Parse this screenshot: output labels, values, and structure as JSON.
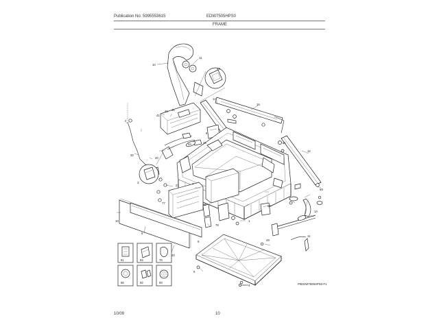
{
  "header": {
    "publication": "Publication No: 5995553615",
    "model": "EDW7505HPS0",
    "section": "FRAME"
  },
  "footer": {
    "date": "10/09",
    "page": "10"
  },
  "drawing_code": "P0EDW7505HPS0-F1",
  "part_labels": {
    "p10": "10",
    "p11": "11",
    "p12": "12",
    "p16": "16",
    "p20": "20",
    "p21": "21",
    "p26": "26",
    "p29": "29",
    "p33": "33",
    "p40": "40",
    "p41": "41",
    "p43": "43",
    "p46": "46",
    "p56": "56",
    "p57": "57",
    "p59": "59",
    "p76": "76",
    "p77": "77",
    "p78": "78",
    "p91": "91",
    "p92": "92",
    "p93": "93",
    "p94": "94",
    "p96": "96",
    "p1": "1",
    "p1a": "1A",
    "p2": "2",
    "p3": "3",
    "p4": "4",
    "p4a": "4A",
    "p5": "5",
    "p6": "6",
    "p7": "7",
    "p8": "8",
    "p9": "9"
  }
}
